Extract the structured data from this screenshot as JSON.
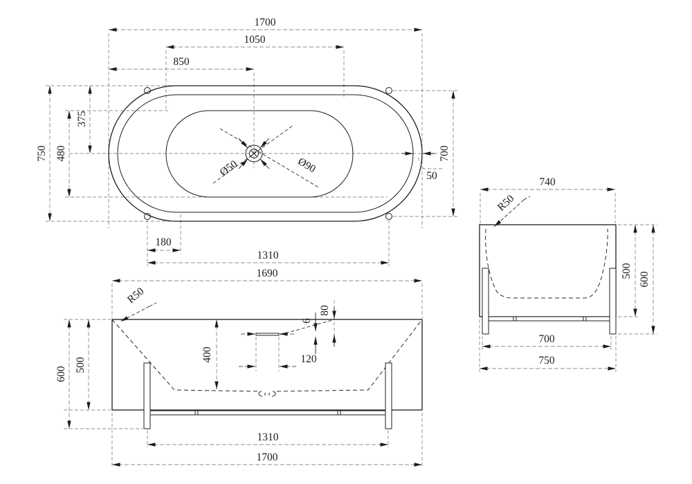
{
  "drawing": {
    "type": "bathtub-three-view-technical-drawing",
    "background": "#ffffff",
    "line_color": "#1c1c1c",
    "dim_line_color": "#8c8c8c",
    "text_color": "#1a1a1a"
  },
  "top_view": {
    "overall_length": "1700",
    "basin_length": "1050",
    "drain_from_left": "850",
    "overall_width": "750",
    "basin_width": "480",
    "half_width": "375",
    "hole_spacing": "700",
    "rim_width": "50",
    "drain_inner_dia": "Ø50",
    "drain_outer_dia": "Ø90",
    "foot_offset": "180",
    "foot_spacing": "1310"
  },
  "front_view": {
    "top_length": "1690",
    "corner_radius": "R50",
    "overall_height": "600",
    "body_height": "500",
    "basin_depth": "400",
    "overflow_gap": "6",
    "overflow_from_top": "80",
    "overflow_width": "120",
    "leg_spacing": "1310",
    "overall_length": "1700"
  },
  "side_view": {
    "top_width": "740",
    "corner_radius": "R50",
    "body_height": "500",
    "overall_height": "600",
    "leg_span": "700",
    "overall_width": "750"
  }
}
